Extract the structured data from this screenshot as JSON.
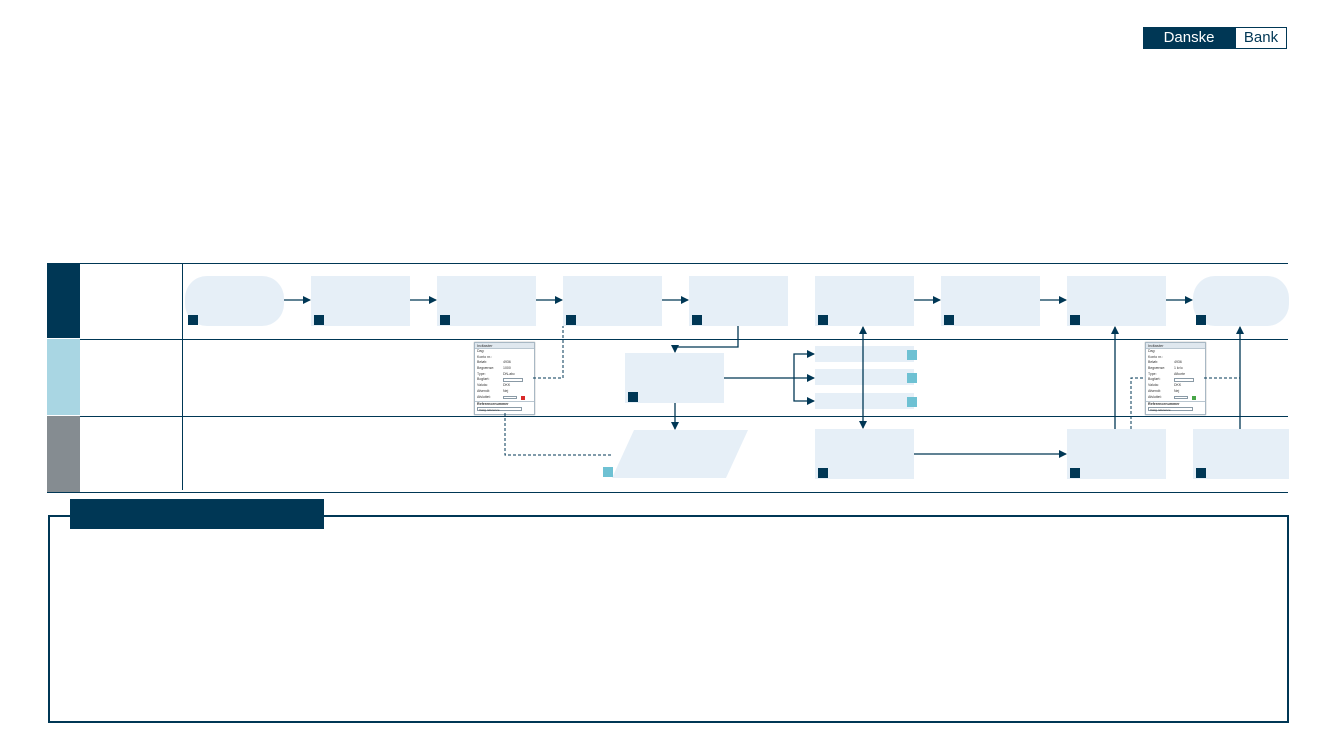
{
  "logo": {
    "left_text": "Danske",
    "right_text": "Bank"
  },
  "colors": {
    "navy": "#003755",
    "lane_mid": "#a9d6e3",
    "lane_bottom": "#858c91",
    "node_fill": "#e6eff7",
    "marker_light": "#6ec1d3"
  },
  "form_left": {
    "title": "Indtaster",
    "rows": [
      {
        "label": "Dag:",
        "value": ""
      },
      {
        "label": "Konto nr.:",
        "value": ""
      },
      {
        "label": "Beløb:",
        "value": "4936"
      },
      {
        "label": "Begrænse:",
        "value": "1000"
      },
      {
        "label": "Type:",
        "value": "DN-abc"
      },
      {
        "label": "Bogført:",
        "value": ""
      },
      {
        "label": "Valuta:",
        "value": "DKK"
      },
      {
        "label": "Afsendt:",
        "value": "Nej"
      },
      {
        "label": "Afsluttet:",
        "value": ""
      }
    ],
    "section": "Referencenummer",
    "field": "Vælg reference"
  },
  "form_right": {
    "title": "Indtaster",
    "rows": [
      {
        "label": "Dag:",
        "value": ""
      },
      {
        "label": "Konto nr.:",
        "value": ""
      },
      {
        "label": "Beløb:",
        "value": "4936"
      },
      {
        "label": "Begrænse:",
        "value": "1 kr/o"
      },
      {
        "label": "Type:",
        "value": "Afkorte"
      },
      {
        "label": "Bogført:",
        "value": ""
      },
      {
        "label": "Valuta:",
        "value": "DKK"
      },
      {
        "label": "Afsendt:",
        "value": "Nej"
      },
      {
        "label": "Afsluttet:",
        "value": ""
      }
    ],
    "section": "Referencenummer",
    "field": "Vælg reference"
  }
}
